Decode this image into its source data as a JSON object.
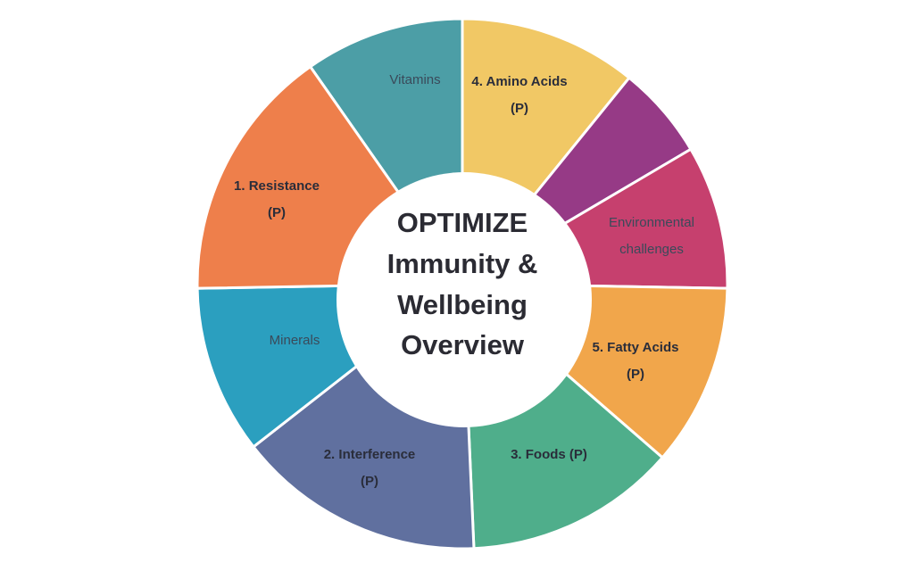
{
  "diagram": {
    "center_title": [
      "OPTIMIZE",
      "Immunity &",
      "Wellbeing",
      "Overview"
    ],
    "segments": [
      {
        "id": "vitamins",
        "lines": [
          "Vitamins"
        ],
        "color": "#4c9ea6",
        "style": "light"
      },
      {
        "id": "amino-acids",
        "lines": [
          "4. Amino Acids",
          "(P)"
        ],
        "color": "#f1c865",
        "style": "bold"
      },
      {
        "id": "purple",
        "lines": [],
        "color": "#963a86",
        "style": "light"
      },
      {
        "id": "environmental-challenges",
        "lines": [
          "Environmental",
          "challenges"
        ],
        "color": "#c6406e",
        "style": "light"
      },
      {
        "id": "fatty-acids",
        "lines": [
          "5. Fatty Acids",
          "(P)"
        ],
        "color": "#f1a64b",
        "style": "bold"
      },
      {
        "id": "foods",
        "lines": [
          "3. Foods (P)"
        ],
        "color": "#4fae8b",
        "style": "bold"
      },
      {
        "id": "interference",
        "lines": [
          "2. Interference",
          "(P)"
        ],
        "color": "#60709f",
        "style": "bold"
      },
      {
        "id": "minerals",
        "lines": [
          "Minerals"
        ],
        "color": "#2b9fbf",
        "style": "light"
      },
      {
        "id": "resistance",
        "lines": [
          "1. Resistance",
          "(P)"
        ],
        "color": "#ee7f4b",
        "style": "bold"
      }
    ]
  }
}
